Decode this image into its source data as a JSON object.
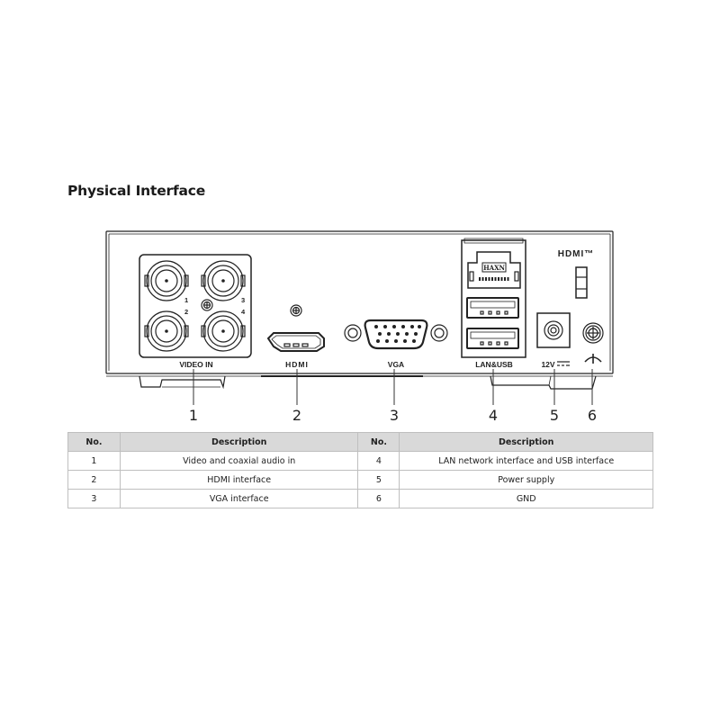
{
  "heading": "Physical Interface",
  "panel": {
    "port_labels": {
      "video_in": "VIDEO IN",
      "hdmi": "HDMI",
      "vga": "VGA",
      "lan_usb": "LAN&USB",
      "power": "12V",
      "hdmi_logo": "HDMI™",
      "rj45_marking": "HAXN"
    },
    "video_channels": [
      "1",
      "2",
      "3",
      "4"
    ],
    "callouts": [
      "1",
      "2",
      "3",
      "4",
      "5",
      "6"
    ],
    "icons": [
      "bnc-connector-icon",
      "hdmi-port-icon",
      "vga-port-icon",
      "rj45-port-icon",
      "usb-port-icon",
      "dc-power-jack-icon",
      "ground-screw-icon",
      "ground-symbol-icon"
    ]
  },
  "table": {
    "headers": [
      "No.",
      "Description",
      "No.",
      "Description"
    ],
    "rows": [
      {
        "no_a": "1",
        "desc_a": "Video and coaxial audio in",
        "no_b": "4",
        "desc_b": "LAN network interface and USB interface"
      },
      {
        "no_a": "2",
        "desc_a": "HDMI interface",
        "no_b": "5",
        "desc_b": "Power supply"
      },
      {
        "no_a": "3",
        "desc_a": "VGA interface",
        "no_b": "6",
        "desc_b": "GND"
      }
    ]
  }
}
